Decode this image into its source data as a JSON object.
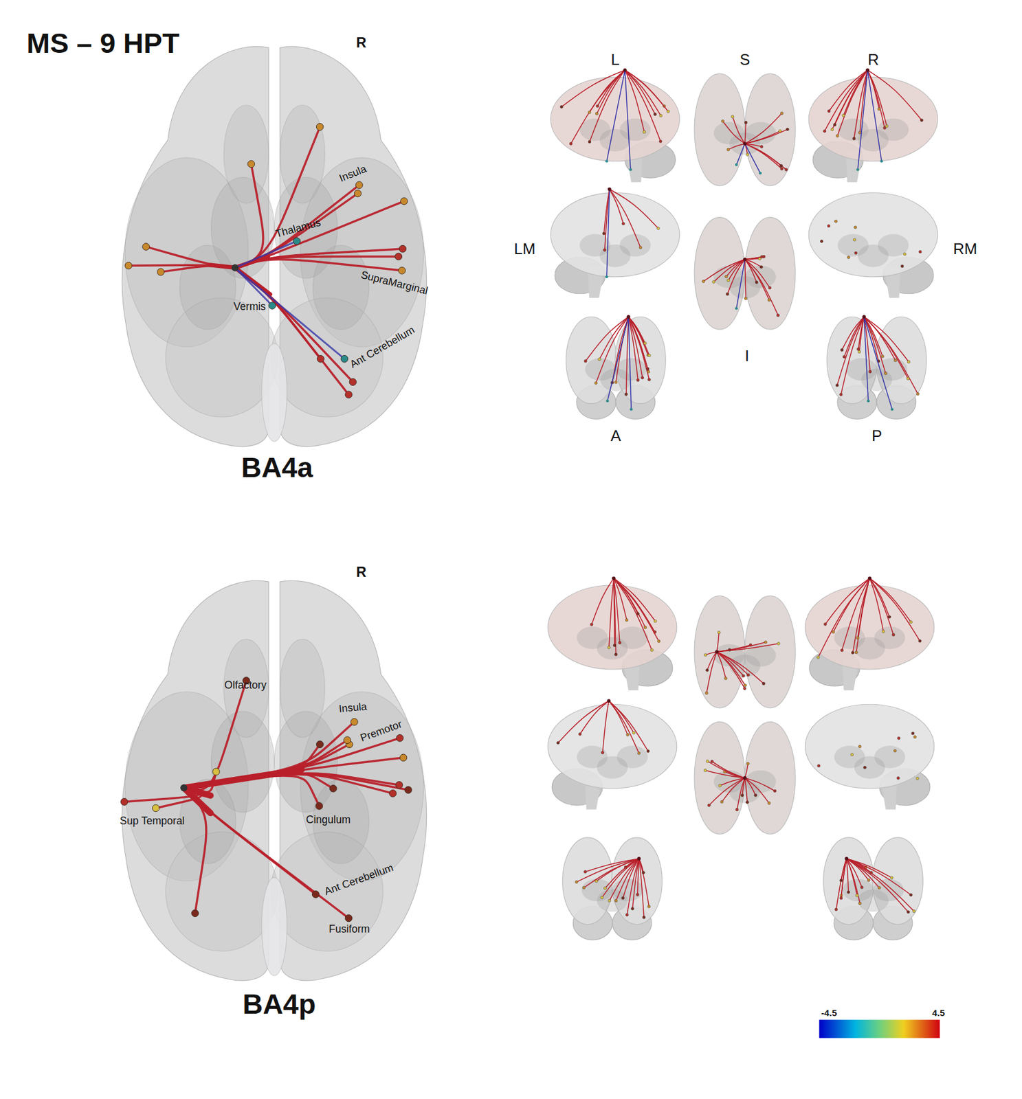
{
  "diagram": {
    "title": "MS – 9 HPT",
    "labels": [
      "R",
      "Insula",
      "Thalamus",
      "SupraMarginal",
      "Vermis",
      "Ant Cerebellum",
      "BA4a",
      "L",
      "S",
      "R",
      "LM",
      "RM",
      "I",
      "A",
      "P",
      "R",
      "Olfactory",
      "Insula",
      "Premotor",
      "Sup Temporal",
      "Cingulum",
      "Ant Cerebellum",
      "Fusiform",
      "BA4p",
      "-4.5",
      "4.5"
    ]
  }
}
